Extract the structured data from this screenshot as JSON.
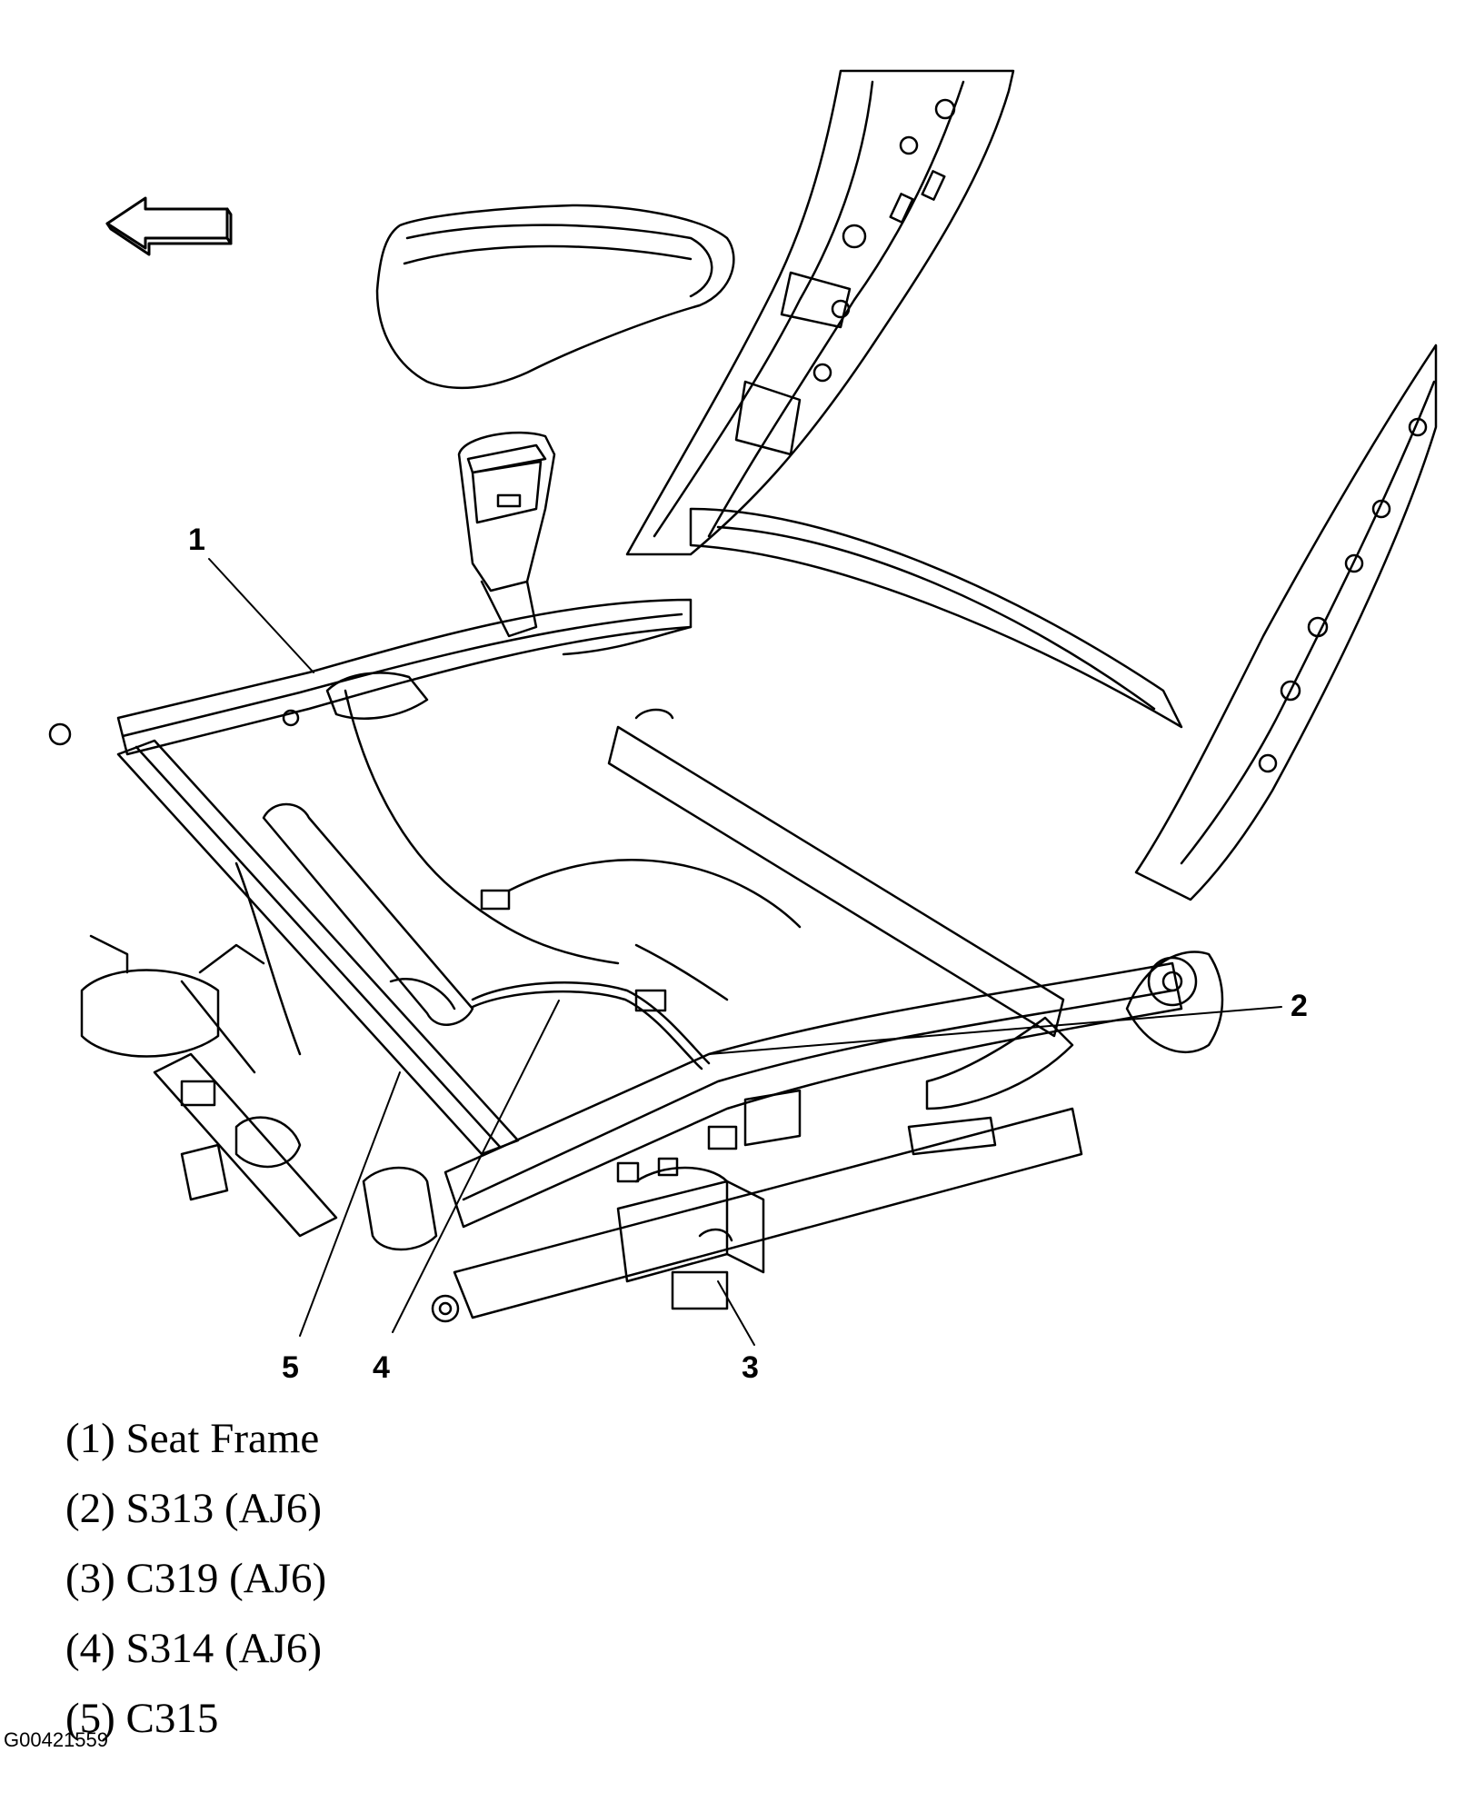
{
  "callouts": {
    "c1": "1",
    "c2": "2",
    "c3": "3",
    "c4": "4",
    "c5": "5"
  },
  "legend": [
    "(1) Seat Frame",
    "(2) S313 (AJ6)",
    "(3) C319 (AJ6)",
    "(4) S314 (AJ6)",
    "(5) C315"
  ],
  "figure_id": "G00421559",
  "icons": {
    "direction": "arrow-left-icon"
  }
}
